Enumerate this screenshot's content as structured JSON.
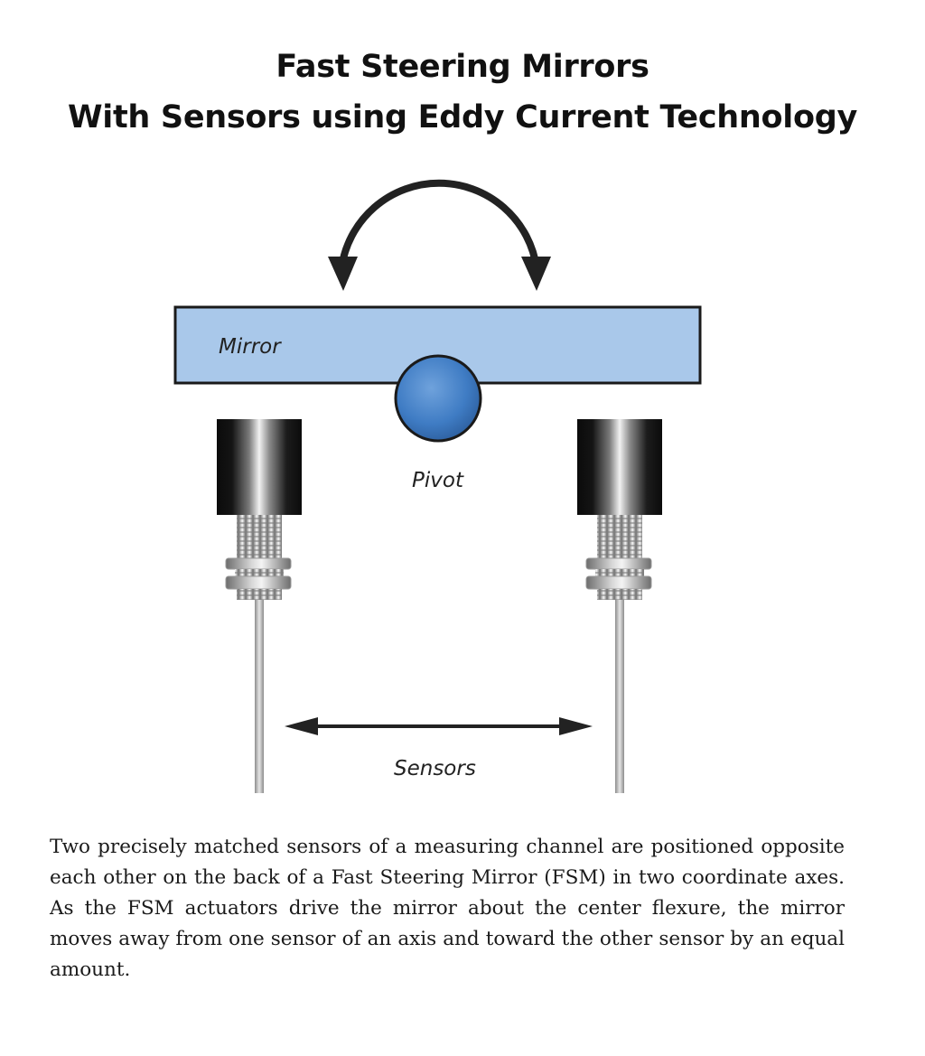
{
  "title": {
    "line1": "Fast Steering Mirrors",
    "line2": "With Sensors using Eddy Current Technology"
  },
  "diagram": {
    "mirror_label": "Mirror",
    "pivot_label": "Pivot",
    "sensors_label": "Sensors",
    "colors": {
      "mirror_fill": "#a9c8ea",
      "pivot_fill": "#3f7cc4",
      "arrow": "#222222"
    }
  },
  "caption": "Two precisely matched sensors of a measuring channel are positioned opposite each other on the back of a Fast Steering Mirror (FSM) in two coordinate axes. As the FSM actuators drive the mirror about the center flexure, the mirror moves away from one sensor of an axis and toward the other sensor by an equal amount."
}
